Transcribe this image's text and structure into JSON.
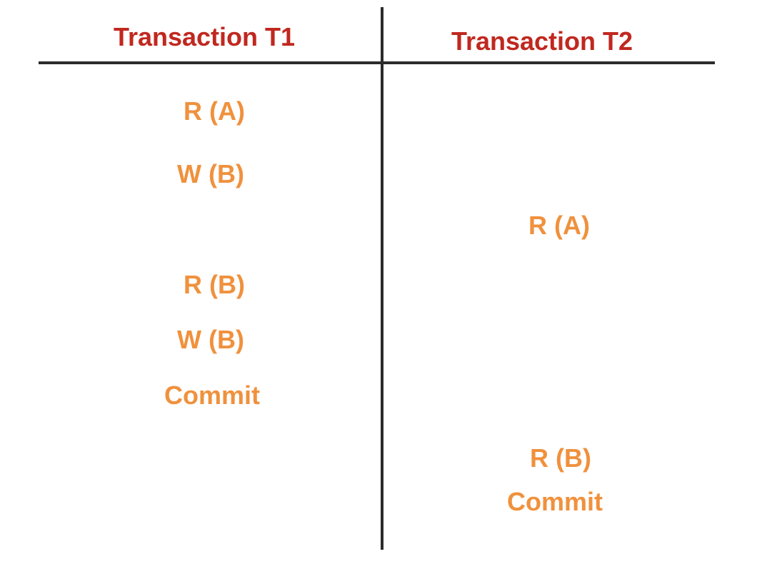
{
  "diagram": {
    "columns": [
      {
        "id": "T1",
        "header": "Transaction T1"
      },
      {
        "id": "T2",
        "header": "Transaction T2"
      }
    ],
    "operations": [
      {
        "tx": "T1",
        "label": "R (A)"
      },
      {
        "tx": "T1",
        "label": "W (B)"
      },
      {
        "tx": "T2",
        "label": "R (A)"
      },
      {
        "tx": "T1",
        "label": "R (B)"
      },
      {
        "tx": "T1",
        "label": "W (B)"
      },
      {
        "tx": "T1",
        "label": "Commit"
      },
      {
        "tx": "T2",
        "label": "R (B)"
      },
      {
        "tx": "T2",
        "label": "Commit"
      }
    ],
    "colors": {
      "header_text": "#c0281f",
      "operation_text": "#f0913d",
      "line": "#2b2b2b",
      "background": "#ffffff"
    }
  }
}
